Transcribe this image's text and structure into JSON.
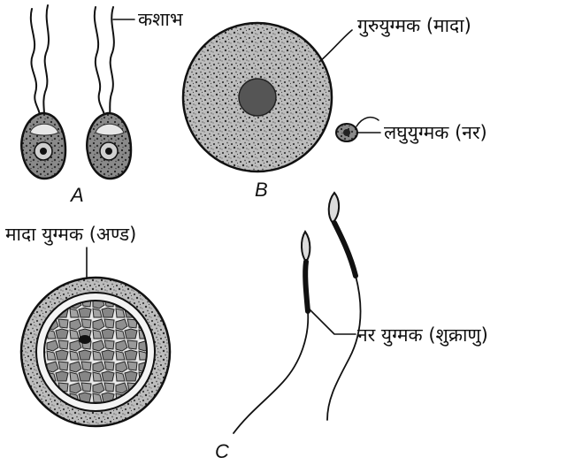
{
  "figure": {
    "panel_a": {
      "letter": "A",
      "flagella_label": "कशाभ"
    },
    "panel_b": {
      "letter": "B",
      "macrogamete_label": "गुरुयुग्मक (मादा)",
      "microgamete_label": "लघुयुग्मक (नर)"
    },
    "panel_c": {
      "letter": "C",
      "female_gamete_label": "मादा युग्मक (अण्ड)",
      "male_gamete_label": "नर युग्मक (शुक्राणु)"
    }
  }
}
